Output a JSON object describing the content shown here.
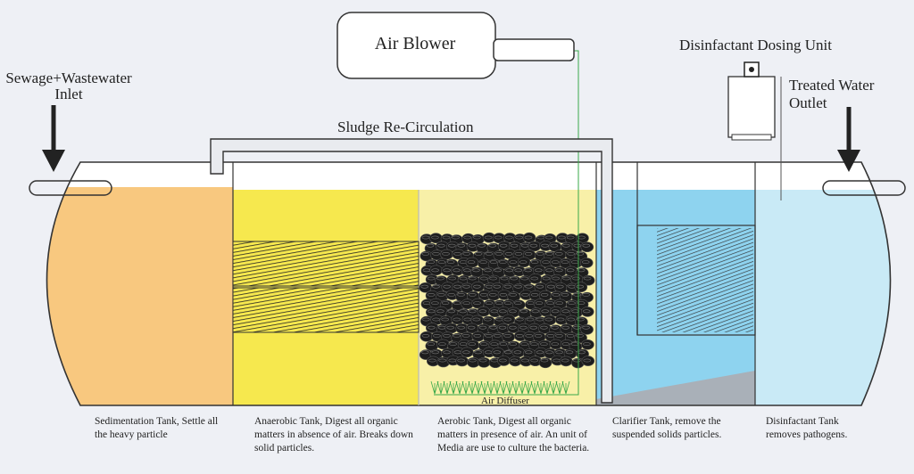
{
  "labels": {
    "air_blower": "Air Blower",
    "inlet_line1": "Sewage+Wastewater",
    "inlet_line2": "Inlet",
    "sludge_recirculation": "Sludge Re-Circulation",
    "dosing_unit": "Disinfactant Dosing Unit",
    "treated_outlet": "Treated Water Outlet",
    "air_diffuser": "Air Diffuser"
  },
  "tanks": [
    {
      "name": "sedimentation",
      "color": "#f8c87f",
      "description": "Sedimentation Tank, Settle all the heavy particle"
    },
    {
      "name": "anaerobic",
      "color": "#f6e84e",
      "description": "Anaerobic Tank, Digest all organic matters in absence of air. Breaks down solid particles."
    },
    {
      "name": "aerobic",
      "color": "#f8f0a8",
      "description": "Aerobic Tank, Digest all organic matters in presence of air. An unit of Media are use to culture the bacteria."
    },
    {
      "name": "clarifier",
      "color": "#8ed3ef",
      "description": "Clarifier Tank, remove the suspended solids particles."
    },
    {
      "name": "disinfactant",
      "color": "#c9eaf6",
      "description": "Disinfactant Tank removes pathogens."
    }
  ],
  "colors": {
    "background": "#eef0f5",
    "outline": "#333333",
    "air_line": "#3aa84a",
    "sludge_pipe": "#e9ebef",
    "media": "#1d1d1d",
    "sludge_cone": "#a9b0b8"
  }
}
